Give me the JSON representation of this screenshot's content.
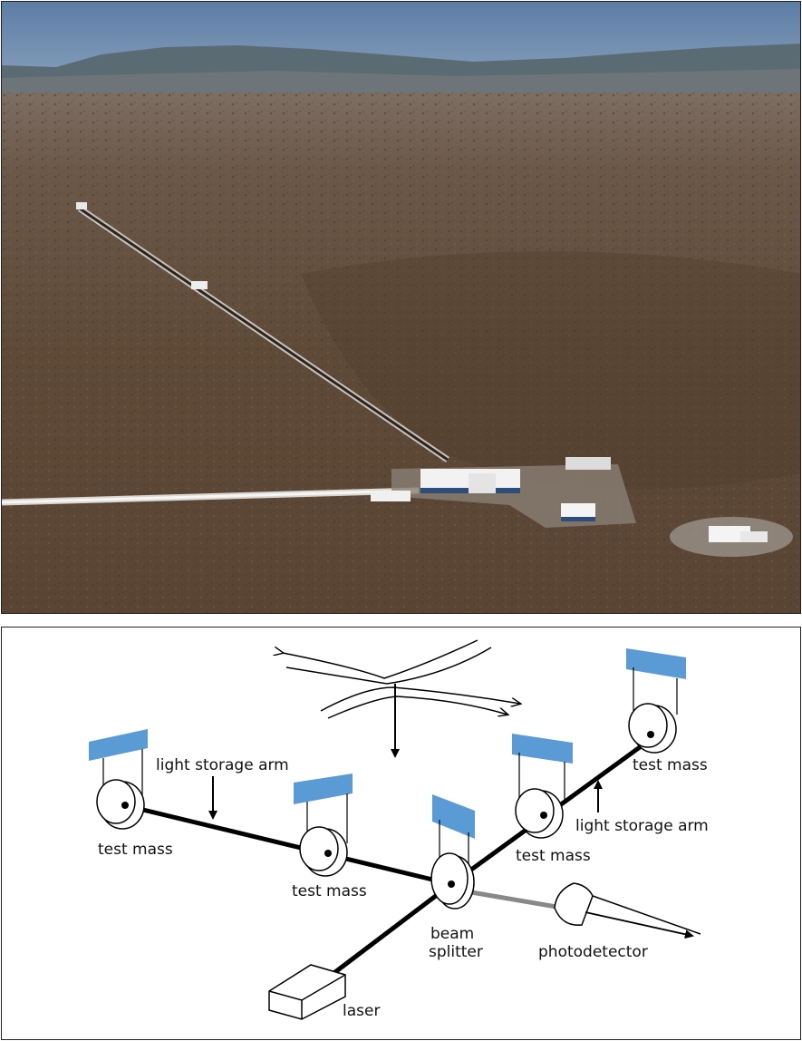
{
  "figure": {
    "photo": {
      "kind": "aerial photograph of an interferometer observatory in a desert landscape"
    },
    "diagram": {
      "labels": {
        "light_storage_arm_left": "light storage arm",
        "light_storage_arm_right": "light storage arm",
        "test_mass_far_left": "test mass",
        "test_mass_near_left": "test mass",
        "test_mass_near_right": "test mass",
        "test_mass_far_right": "test mass",
        "beam_splitter_line1": "beam",
        "beam_splitter_line2": "splitter",
        "photodetector": "photodetector",
        "laser": "laser"
      },
      "colors": {
        "mirror_suspension": "#5b9bd5",
        "beam": "#000000",
        "output_beam": "#808080"
      }
    }
  }
}
